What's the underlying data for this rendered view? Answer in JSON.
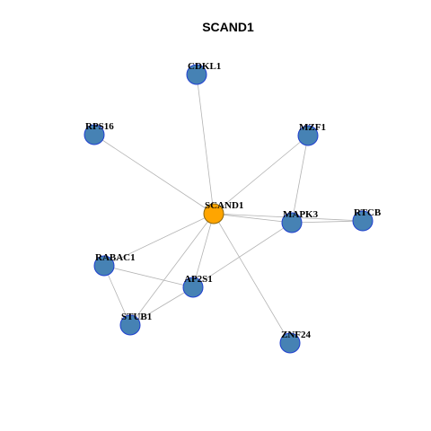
{
  "graph": {
    "title": "SCAND1",
    "nodes": [
      {
        "id": "SCAND1",
        "label": "SCAND1",
        "role": "hub",
        "fill": "#FFA500",
        "stroke": "#8B6508"
      },
      {
        "id": "CDKL1",
        "label": "CDKL1",
        "role": "neighbor",
        "fill": "#4682B4",
        "stroke": "#1f3fd0"
      },
      {
        "id": "RPS16",
        "label": "RPS16",
        "role": "neighbor",
        "fill": "#4682B4",
        "stroke": "#1f3fd0"
      },
      {
        "id": "MZF1",
        "label": "MZF1",
        "role": "neighbor",
        "fill": "#4682B4",
        "stroke": "#1f3fd0"
      },
      {
        "id": "MAPK3",
        "label": "MAPK3",
        "role": "neighbor",
        "fill": "#4682B4",
        "stroke": "#1f3fd0"
      },
      {
        "id": "RTCB",
        "label": "RTCB",
        "role": "neighbor",
        "fill": "#4682B4",
        "stroke": "#1f3fd0"
      },
      {
        "id": "RABAC1",
        "label": "RABAC1",
        "role": "neighbor",
        "fill": "#4682B4",
        "stroke": "#1f3fd0"
      },
      {
        "id": "AP2S1",
        "label": "AP2S1",
        "role": "neighbor",
        "fill": "#4682B4",
        "stroke": "#1f3fd0"
      },
      {
        "id": "STUB1",
        "label": "STUB1",
        "role": "neighbor",
        "fill": "#4682B4",
        "stroke": "#1f3fd0"
      },
      {
        "id": "ZNF24",
        "label": "ZNF24",
        "role": "neighbor",
        "fill": "#4682B4",
        "stroke": "#1f3fd0"
      }
    ],
    "edges": [
      [
        "SCAND1",
        "CDKL1"
      ],
      [
        "SCAND1",
        "RPS16"
      ],
      [
        "SCAND1",
        "MZF1"
      ],
      [
        "SCAND1",
        "MAPK3"
      ],
      [
        "SCAND1",
        "RTCB"
      ],
      [
        "SCAND1",
        "RABAC1"
      ],
      [
        "SCAND1",
        "AP2S1"
      ],
      [
        "SCAND1",
        "STUB1"
      ],
      [
        "SCAND1",
        "ZNF24"
      ],
      [
        "MZF1",
        "MAPK3"
      ],
      [
        "MAPK3",
        "RTCB"
      ],
      [
        "MAPK3",
        "AP2S1"
      ],
      [
        "RABAC1",
        "AP2S1"
      ],
      [
        "RABAC1",
        "STUB1"
      ],
      [
        "AP2S1",
        "STUB1"
      ]
    ],
    "colors": {
      "edge": "#b3b3b3",
      "hub_fill": "#FFA500",
      "neighbor_fill": "#4682B4",
      "neighbor_outline": "#1f3fd0"
    }
  }
}
